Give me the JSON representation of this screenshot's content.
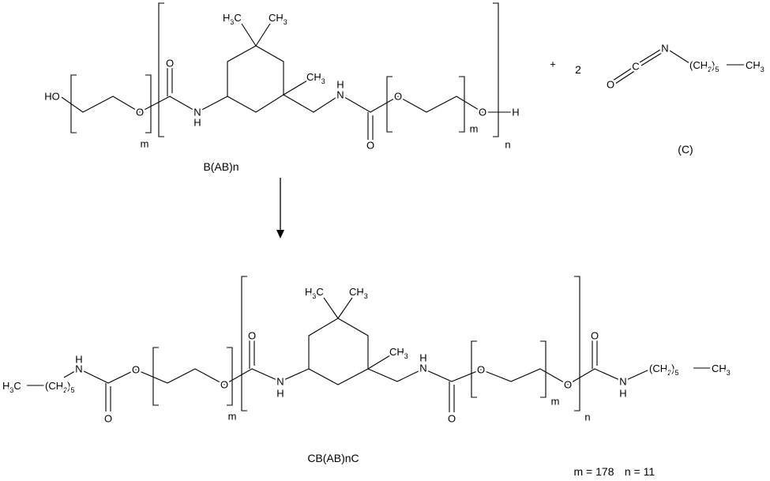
{
  "atoms": {
    "O": "O",
    "N": "N",
    "H": "H",
    "HO": "HO"
  },
  "groups": {
    "CH3": [
      "CH",
      "3"
    ],
    "H3C": [
      "H",
      "3",
      "C"
    ],
    "CH2_5": [
      "(CH",
      "2",
      ")",
      "5"
    ]
  },
  "repeat_indices": {
    "m": "m",
    "n": "n"
  },
  "reactant": {
    "label": "B(AB)n"
  },
  "reagent": {
    "plus": "+",
    "coefficient": "2",
    "label": "(C)",
    "atoms": {
      "O": "O",
      "C": "C",
      "N": "N"
    }
  },
  "product": {
    "label": "CB(AB)nC",
    "m_value": "m = 178",
    "n_value": "n = 11"
  }
}
